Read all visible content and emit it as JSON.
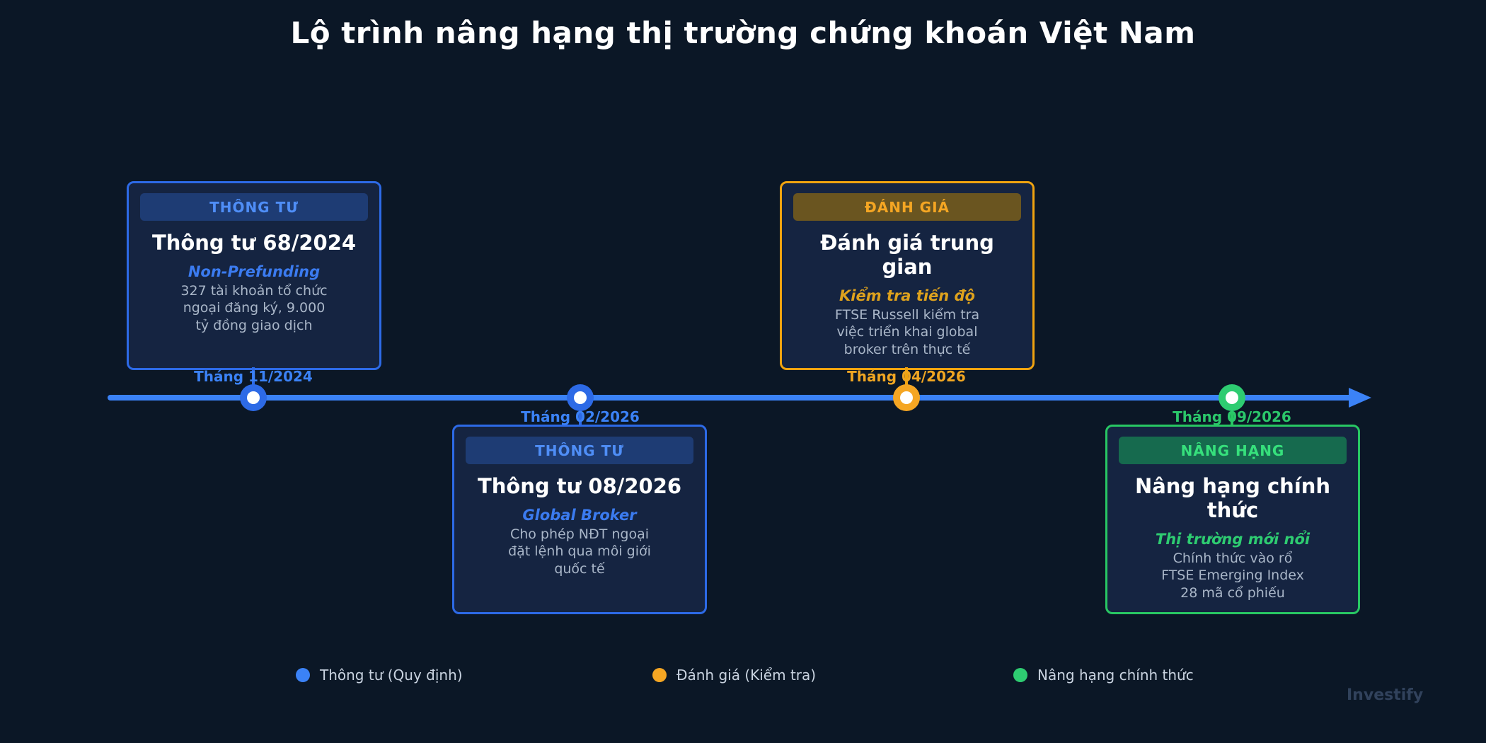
{
  "title": "Lộ trình nâng hạng thị trường chứng khoán Việt Nam",
  "watermark": "Investify",
  "colors": {
    "background": "#0b1726",
    "card_background": "#152441",
    "timeline": "#3b82f6",
    "blue_accent": "#3b82f6",
    "orange_accent": "#f5a623",
    "green_accent": "#2ecc71",
    "body_text": "#a9b6c8",
    "title_text": "#ffffff"
  },
  "timeline": {
    "direction": "left-to-right",
    "milestones": [
      {
        "type": "blue",
        "position": "above",
        "badge": "THÔNG TƯ",
        "title": "Thông tư 68/2024",
        "subtitle": "Non-Prefunding",
        "body": "327 tài khoản tổ chức\nngoại đăng ký, 9.000\ntỷ đồng giao dịch",
        "date": "Tháng 11/2024"
      },
      {
        "type": "blue",
        "position": "below",
        "badge": "THÔNG TƯ",
        "title": "Thông tư 08/2026",
        "subtitle": "Global Broker",
        "body": "Cho phép NĐT ngoại\nđặt lệnh qua môi giới\nquốc tế",
        "date": "Tháng 02/2026"
      },
      {
        "type": "orange",
        "position": "above",
        "badge": "ĐÁNH GIÁ",
        "title": "Đánh giá trung gian",
        "subtitle": "Kiểm tra tiến độ",
        "body": "FTSE Russell kiểm tra\nviệc triển khai global\nbroker trên thực tế",
        "date": "Tháng 04/2026"
      },
      {
        "type": "green",
        "position": "below",
        "badge": "NÂNG HẠNG",
        "title": "Nâng hạng chính thức",
        "subtitle": "Thị trường mới nổi",
        "body": "Chính thức vào rổ\nFTSE Emerging Index\n28 mã cổ phiếu",
        "date": "Tháng 09/2026"
      }
    ]
  },
  "legend": {
    "items": [
      {
        "label": "Thông tư (Quy định)",
        "color": "#3b82f6"
      },
      {
        "label": "Đánh giá (Kiểm tra)",
        "color": "#f5a623"
      },
      {
        "label": "Nâng hạng chính thức",
        "color": "#2ecc71"
      }
    ]
  }
}
